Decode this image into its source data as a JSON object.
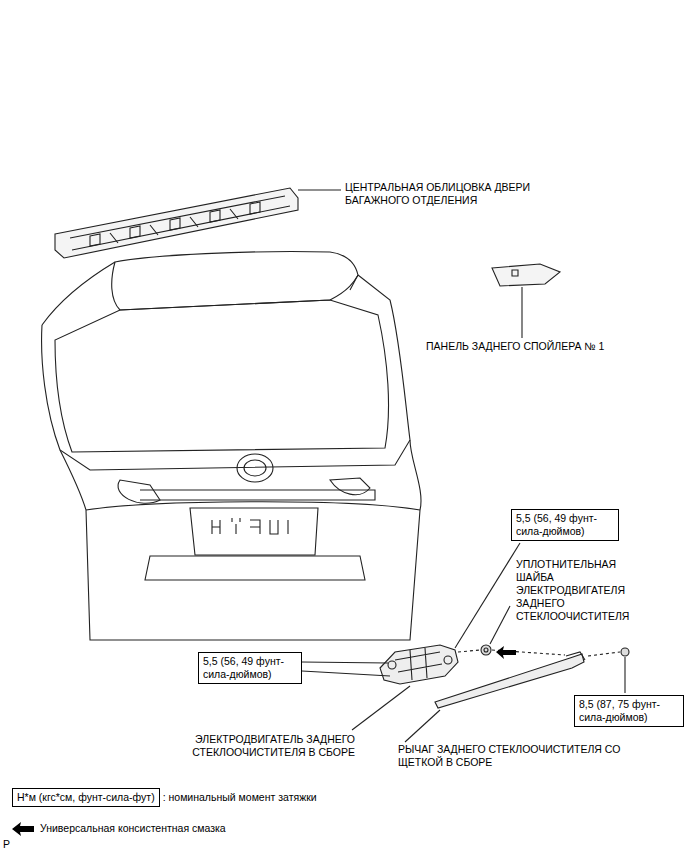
{
  "diagram": {
    "nodes": [
      {
        "text": [
          "5,5 (56, 49 фунт-сила-дюймов)"
        ]
      },
      {
        "text": [
          "5,5 (56, 49 фунт-сила-дюймов)"
        ]
      },
      {
        "text": [
          "8,5 (87, 75 фунт-сила-дюймов)"
        ]
      },
      {
        "text": [
          "Н*м (кгс*см, фунт-сила-фут)"
        ]
      }
    ],
    "labels": [
      "ЦЕНТРАЛЬНАЯ ОБЛИЦОВКА ДВЕРИ БАГАЖНОГО ОТДЕЛЕНИЯ",
      "ПАНЕЛЬ ЗАДНЕГО СПОЙЛЕРА № 1",
      "УПЛОТНИТЕЛЬНАЯ ШАЙБА ЭЛЕКТРОДВИГАТЕЛЯ ЗАДНЕГО СТЕКЛООЧИСТИТЕЛЯ",
      "ЭЛЕКТРОДВИГАТЕЛЬ ЗАДНЕГО СТЕКЛООЧИСТИТЕЛЯ В СБОРЕ",
      "РЫЧАГ ЗАДНЕГО СТЕКЛООЧИСТИТЕЛЯ СО ЩЕТКОЙ В СБОРЕ",
      "P"
    ],
    "legend": [
      {
        "text": ": номинальный момент затяжки"
      },
      {
        "text": "Универсальная консистентная смазка"
      }
    ]
  }
}
